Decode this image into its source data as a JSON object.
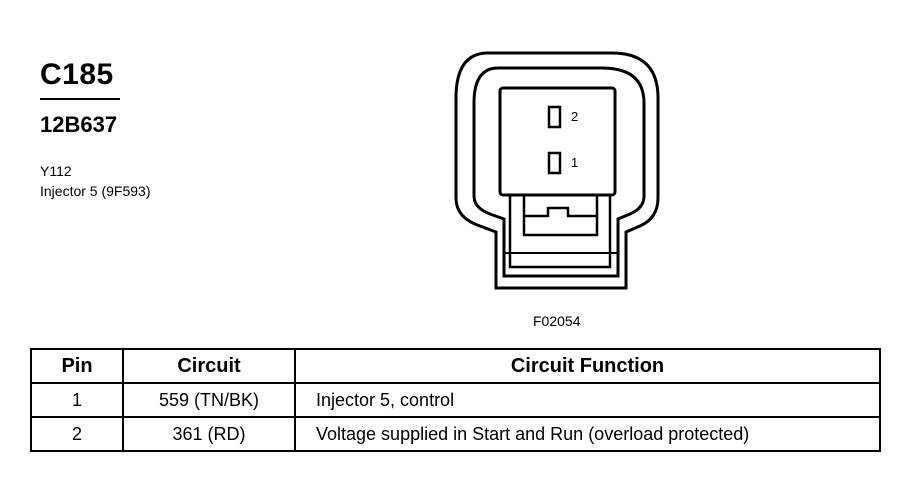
{
  "connector": {
    "id": "C185",
    "part_number": "12B637",
    "location_code": "Y112",
    "description": "Injector 5 (9F593)"
  },
  "diagram": {
    "figure_id": "F02054",
    "pin_labels": [
      "2",
      "1"
    ]
  },
  "table": {
    "headers": [
      "Pin",
      "Circuit",
      "Circuit Function"
    ],
    "rows": [
      {
        "pin": "1",
        "circuit": "559 (TN/BK)",
        "function": "Injector 5, control"
      },
      {
        "pin": "2",
        "circuit": "361 (RD)",
        "function": "Voltage supplied in Start and Run (overload protected)"
      }
    ]
  }
}
